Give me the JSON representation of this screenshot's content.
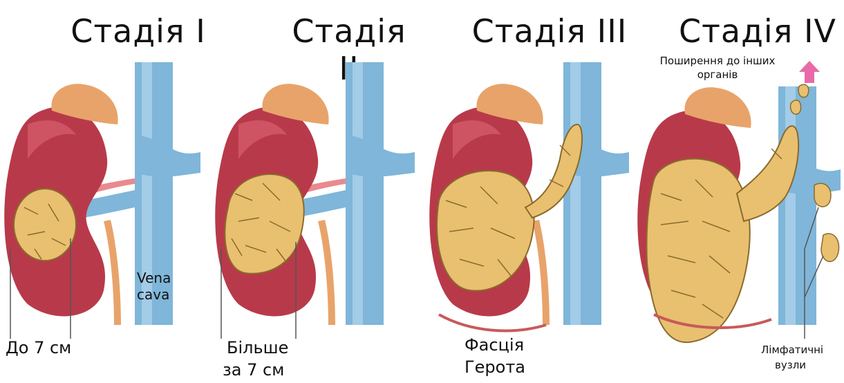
{
  "stages": [
    {
      "title": "Стадія I",
      "label_line1": "До 7 см",
      "label_line2": "",
      "vessel_label_line1": "Vena",
      "vessel_label_line2": "cava"
    },
    {
      "title": "Стадія II",
      "label_line1": "Більше",
      "label_line2": "за 7 см"
    },
    {
      "title": "Стадія III",
      "label_line1": "Фасція",
      "label_line2": "Герота"
    },
    {
      "title": "Стадія IV",
      "spread_label_line1": "Поширення до інших",
      "spread_label_line2": "органів",
      "label_line1": "Лімфатичні",
      "label_line2": "вузли"
    }
  ],
  "colors": {
    "kidney": "#b83a4a",
    "kidney_highlight": "#d9606e",
    "adrenal": "#e8a36a",
    "vein": "#7fb6d9",
    "vein_light": "#b9dbf0",
    "artery": "#e88a8f",
    "tumor": "#e8c070",
    "tumor_dark": "#8a6a2a",
    "fascia": "#c85a5a",
    "arrow": "#e86aa8"
  },
  "icons": {
    "spread_arrow": "arrow-up-icon"
  }
}
